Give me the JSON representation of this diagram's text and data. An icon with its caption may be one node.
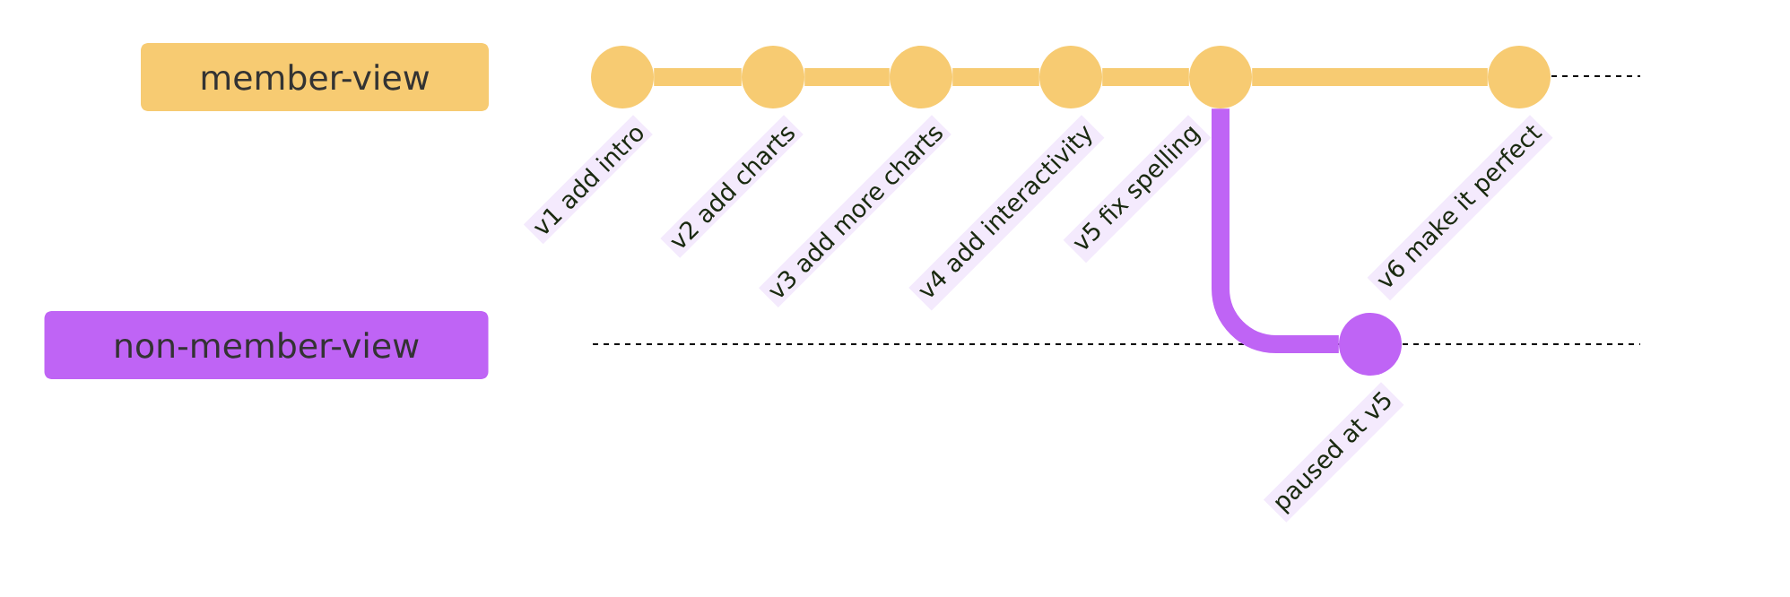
{
  "diagram": {
    "nodes": [
      {
        "text": [
          "member-view"
        ]
      },
      {
        "text": [
          "non-member-view"
        ]
      },
      {
        "text": [],
        "shape": "circle",
        "beside": [
          "v1 add intro"
        ]
      },
      {
        "text": [],
        "shape": "circle",
        "beside": [
          "v2 add charts"
        ]
      },
      {
        "text": [],
        "shape": "circle",
        "beside": [
          "v3 add more charts"
        ]
      },
      {
        "text": [],
        "shape": "circle",
        "beside": [
          "v4 add interactivity"
        ]
      },
      {
        "text": [],
        "shape": "circle",
        "beside": [
          "v5 fix spelling"
        ]
      },
      {
        "text": [],
        "shape": "circle",
        "beside": [
          "v6 make it perfect"
        ]
      },
      {
        "text": [],
        "shape": "circle",
        "beside": [
          "paused at v5"
        ]
      }
    ],
    "edges": [
      {
        "from": 2,
        "to": 3,
        "arrow": "none"
      },
      {
        "from": 3,
        "to": 4,
        "arrow": "none"
      },
      {
        "from": 4,
        "to": 5,
        "arrow": "none"
      },
      {
        "from": 5,
        "to": 6,
        "arrow": "none"
      },
      {
        "from": 6,
        "to": 7,
        "arrow": "none"
      },
      {
        "from": 6,
        "to": 8,
        "arrow": "none",
        "color": "#bf64f5"
      }
    ]
  }
}
